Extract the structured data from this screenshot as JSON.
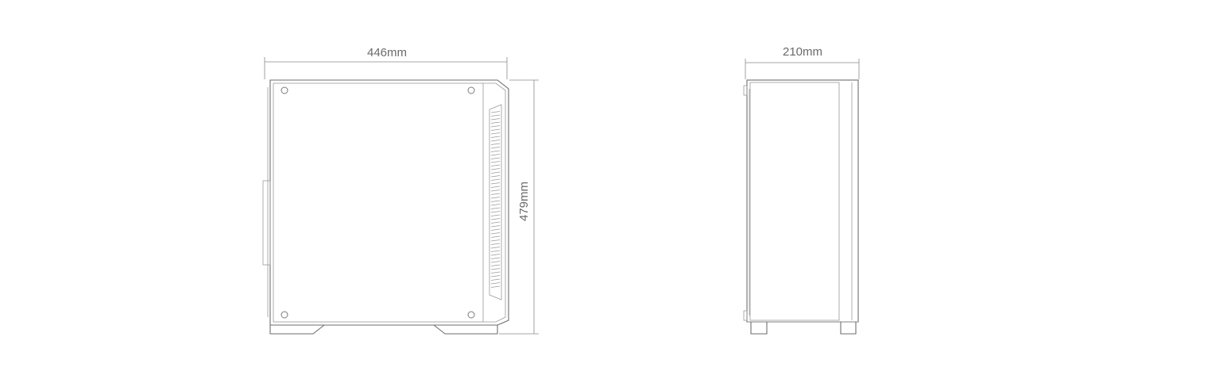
{
  "dimensions": {
    "length": "446mm",
    "height": "479mm",
    "width": "210mm"
  },
  "colors": {
    "line": "#6e6e6e",
    "dimension": "#8a8a8a",
    "text": "#6a6a6a",
    "background": "#ffffff"
  }
}
